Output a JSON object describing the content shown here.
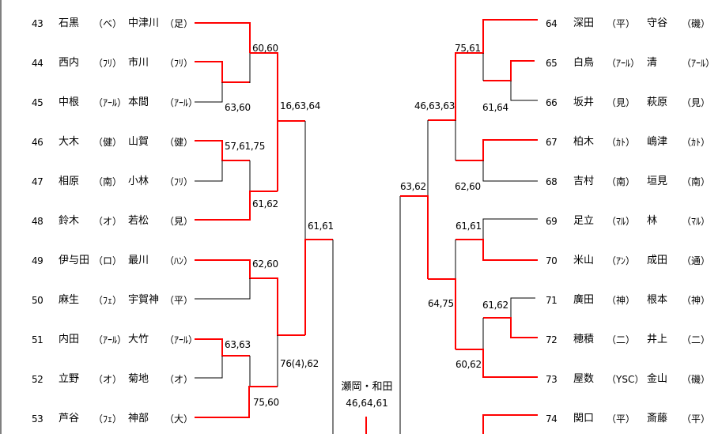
{
  "colors": {
    "winner_line": "#ff0000",
    "line": "#000000"
  },
  "left_entries": [
    {
      "no": "43",
      "p1": "石黒",
      "c1": "（ベ）",
      "p2": "中津川",
      "c2": "（足）"
    },
    {
      "no": "44",
      "p1": "西内",
      "c1": "（ﾌﾘ）",
      "p2": "市川",
      "c2": "（ﾌﾘ）"
    },
    {
      "no": "45",
      "p1": "中根",
      "c1": "（ｱｰﾙ）",
      "p2": "本間",
      "c2": "（ｱｰﾙ）"
    },
    {
      "no": "46",
      "p1": "大木",
      "c1": "（健）",
      "p2": "山賀",
      "c2": "（健）"
    },
    {
      "no": "47",
      "p1": "相原",
      "c1": "（南）",
      "p2": "小林",
      "c2": "（ﾌﾘ）"
    },
    {
      "no": "48",
      "p1": "鈴木",
      "c1": "（オ）",
      "p2": "若松",
      "c2": "（見）"
    },
    {
      "no": "49",
      "p1": "伊与田",
      "c1": "（ロ）",
      "p2": "最川",
      "c2": "（ﾊﾝ）"
    },
    {
      "no": "50",
      "p1": "麻生",
      "c1": "（ﾌｪ）",
      "p2": "宇賀神",
      "c2": "（平）"
    },
    {
      "no": "51",
      "p1": "内田",
      "c1": "（ｱｰﾙ）",
      "p2": "大竹",
      "c2": "（ｱｰﾙ）"
    },
    {
      "no": "52",
      "p1": "立野",
      "c1": "（オ）",
      "p2": "菊地",
      "c2": "（オ）"
    },
    {
      "no": "53",
      "p1": "芦谷",
      "c1": "（ﾌｪ）",
      "p2": "神部",
      "c2": "（大）"
    }
  ],
  "right_entries": [
    {
      "no": "64",
      "p1": "深田",
      "c1": "（平）",
      "p2": "守谷",
      "c2": "（磯）"
    },
    {
      "no": "65",
      "p1": "白鳥",
      "c1": "（ｱｰﾙ）",
      "p2": "清",
      "c2": "（ｱｰﾙ）"
    },
    {
      "no": "66",
      "p1": "坂井",
      "c1": "（見）",
      "p2": "萩原",
      "c2": "（見）"
    },
    {
      "no": "67",
      "p1": "柏木",
      "c1": "（ｶﾄ）",
      "p2": "嶋津",
      "c2": "（ｶﾄ）"
    },
    {
      "no": "68",
      "p1": "吉村",
      "c1": "（南）",
      "p2": "垣見",
      "c2": "（南）"
    },
    {
      "no": "69",
      "p1": "足立",
      "c1": "（ﾏﾙ）",
      "p2": "林",
      "c2": "（ﾏﾙ）"
    },
    {
      "no": "70",
      "p1": "米山",
      "c1": "（ｱﾝ）",
      "p2": "成田",
      "c2": "（通）"
    },
    {
      "no": "71",
      "p1": "廣田",
      "c1": "（神）",
      "p2": "根本",
      "c2": "（神）"
    },
    {
      "no": "72",
      "p1": "穂積",
      "c1": "（二）",
      "p2": "井上",
      "c2": "（二）"
    },
    {
      "no": "73",
      "p1": "屋数",
      "c1": "（YSC）",
      "p2": "金山",
      "c2": "（磯）"
    },
    {
      "no": "74",
      "p1": "関口",
      "c1": "（平）",
      "p2": "斎藤",
      "c2": "（平）"
    }
  ],
  "left_scores": [
    "60,60",
    "63,60",
    "16,63,64",
    "57,61,75",
    "61,62",
    "61,61",
    "62,60",
    "63,63",
    "76(4),62",
    "75,60"
  ],
  "right_scores": [
    "75,61",
    "61,64",
    "46,63,63",
    "62,60",
    "63,62",
    "61,61",
    "64,75",
    "61,62",
    "60,62"
  ],
  "final": {
    "pair": "瀬岡・和田",
    "score": "46,64,61"
  }
}
